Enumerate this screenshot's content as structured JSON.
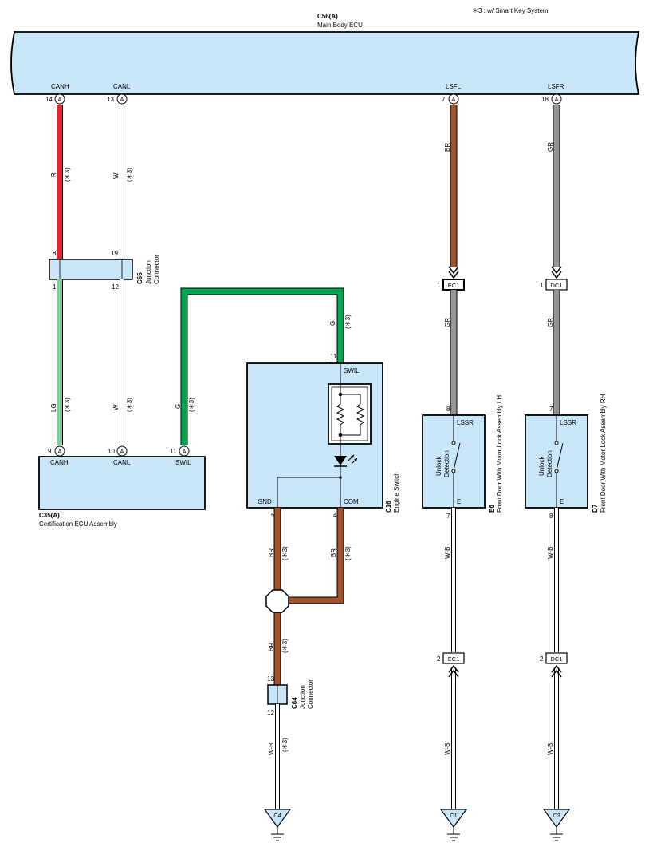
{
  "note": "＊3 : w/ Smart Key System",
  "colors": {
    "R": "#e8212b",
    "W": "#ffffff",
    "LG": "#7ecc98",
    "G": "#00a651",
    "BR": "#a0522d",
    "GR": "#959595",
    "WB": "#ffffff",
    "box_fill": "#c9e6f8"
  },
  "ecu": {
    "code": "C56(A)",
    "name": "Main Body ECU",
    "pins": [
      {
        "label": "CANH",
        "num": "14",
        "conn": "A"
      },
      {
        "label": "CANL",
        "num": "13",
        "conn": "A"
      },
      {
        "label": "LSFL",
        "num": "7",
        "conn": "A"
      },
      {
        "label": "LSFR",
        "num": "18",
        "conn": "A"
      }
    ]
  },
  "c65": {
    "code": "C65",
    "name_line1": "Junction",
    "name_line2": "Connector",
    "pins_top": [
      "8",
      "19"
    ],
    "pins_bottom": [
      "1",
      "12"
    ]
  },
  "c35": {
    "code": "C35(A)",
    "name": "Certification ECU Assembly",
    "pins": [
      {
        "label": "CANH",
        "num": "9",
        "conn": "A"
      },
      {
        "label": "CANL",
        "num": "10",
        "conn": "A"
      },
      {
        "label": "SWIL",
        "num": "11",
        "conn": "A"
      }
    ]
  },
  "c16": {
    "code": "C16",
    "name": "Engine Switch",
    "pin_top": "11",
    "label_top": "SWIL",
    "pin_gnd": "5",
    "label_gnd": "GND",
    "pin_com": "4",
    "label_com": "COM"
  },
  "c64": {
    "code": "C64",
    "name_line1": "Junction",
    "name_line2": "Connector",
    "pin_top": "13",
    "pin_bottom": "12"
  },
  "e6": {
    "code": "E6",
    "name": "Front Door With Motor Lock Assembly LH",
    "pin_top": "8",
    "label_top": "LSSR",
    "pin_bottom": "7",
    "label_bottom": "E",
    "switch_label1": "Unlock",
    "switch_label2": "Detection"
  },
  "d7": {
    "code": "D7",
    "name": "Front Door With Motor Lock Assembly RH",
    "pin_top": "7",
    "label_top": "LSSR",
    "pin_bottom": "8",
    "label_bottom": "E",
    "switch_label1": "Unlock",
    "switch_label2": "Detection"
  },
  "connectors": {
    "ec1_top": {
      "num": "1",
      "label": "EC1"
    },
    "dc1_top": {
      "num": "1",
      "label": "DC1"
    },
    "ec1_bottom": {
      "num": "2",
      "label": "EC1"
    },
    "dc1_bottom": {
      "num": "2",
      "label": "DC1"
    }
  },
  "grounds": [
    "C4",
    "C1",
    "C3"
  ],
  "wire_labels": {
    "canh_upper": "R",
    "canl_upper": "W",
    "lsfl_upper": "BR",
    "lsfr_upper": "GR",
    "canh_lower": "LG",
    "canl_lower": "W",
    "swil_left": "G",
    "swil_right": "G",
    "lsfl_mid": "GR",
    "lsfr_mid": "GR",
    "gnd": "BR",
    "com": "BR",
    "after_joint": "BR",
    "c64_lower": "W-B",
    "e6_lower": "W-B",
    "d7_lower": "W-B",
    "ec1_lower": "W-B",
    "dc1_lower": "W-B"
  },
  "option_mark": "(＊3)"
}
